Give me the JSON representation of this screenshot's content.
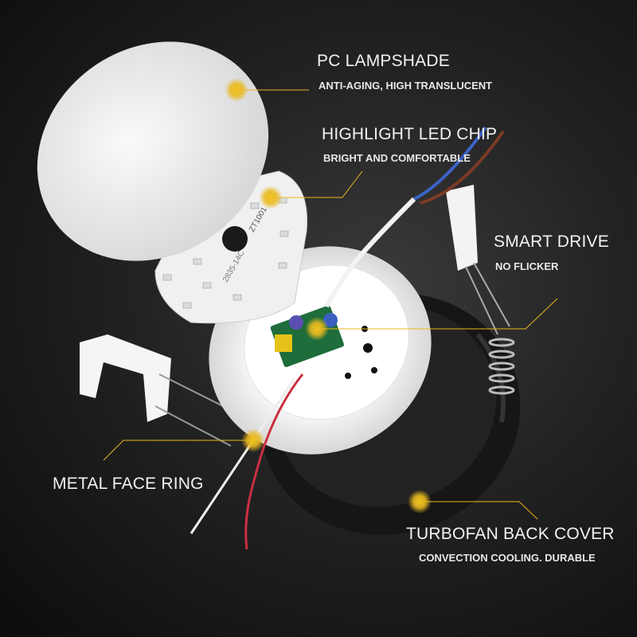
{
  "accent_color": "#e8b820",
  "callouts": [
    {
      "title": "PC  LAMPSHADE",
      "subtitle": "ANTI-AGING, HIGH TRANSLUCENT"
    },
    {
      "title": "HIGHLIGHT LED CHIP",
      "subtitle": "BRIGHT AND COMFORTABLE"
    },
    {
      "title": "SMART DRIVE",
      "subtitle": "NO FLICKER"
    },
    {
      "title": "METAL FACE RING",
      "subtitle": ""
    },
    {
      "title": "TURBOFAN BACK COVER",
      "subtitle": "CONVECTION COOLING. DURABLE"
    }
  ],
  "pcb_markings": [
    "ZT1001",
    "2835-14C"
  ]
}
